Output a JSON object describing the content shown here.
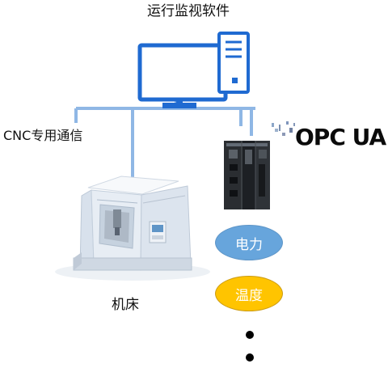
{
  "texts": {
    "monitoring_software": "运行监视软件",
    "cnc_communication": "CNC专用通信",
    "machine_tool": "机床",
    "opc_ua_logo": "OPC UA",
    "power": "电力",
    "temperature": "温度"
  },
  "colors": {
    "network": "#8fb7e5",
    "computer": "#1f6ad1",
    "power_fill": "#67a5dc",
    "temperature_fill": "#ffc400",
    "machine_body": "#e8edf4",
    "machine_shadow": "#cbd5e2"
  },
  "icons": {
    "computer": "desktop-computer-icon",
    "machine": "cnc-machine-icon",
    "controller": "plc-controller-icon",
    "logo": "opc-ua-logo-icon"
  },
  "diagram": {
    "more_items": "dots"
  }
}
